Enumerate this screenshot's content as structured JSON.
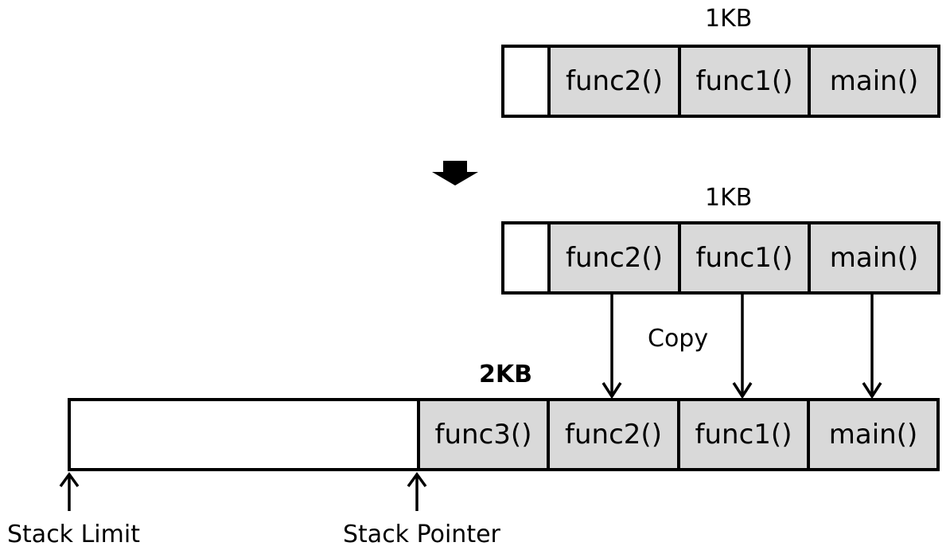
{
  "top_stack": {
    "size_label": "1KB",
    "frames": [
      "",
      "func2()",
      "func1()",
      "main()"
    ]
  },
  "middle_stack": {
    "size_label": "1KB",
    "frames": [
      "",
      "func2()",
      "func1()",
      "main()"
    ]
  },
  "copy_label": "Copy",
  "bottom_stack": {
    "size_label": "2KB",
    "frames": [
      "",
      "func3()",
      "func2()",
      "func1()",
      "main()"
    ]
  },
  "pointers": {
    "stack_limit": "Stack Limit",
    "stack_pointer": "Stack Pointer"
  },
  "colors": {
    "frame_fill": "#d9d9d9",
    "empty_fill": "#ffffff",
    "stroke": "#000000"
  }
}
